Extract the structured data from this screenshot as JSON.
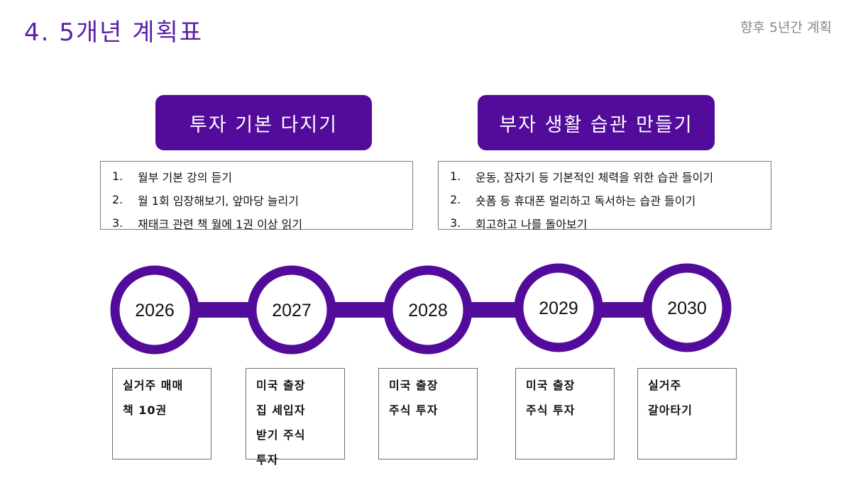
{
  "header": {
    "title": "4. 5개년 계획표",
    "subtitle": "향후 5년간 계획"
  },
  "themes": [
    {
      "label": "투자 기본 다지기",
      "items": [
        {
          "num": "1.",
          "text": "월부 기본 강의 듣기"
        },
        {
          "num": "2.",
          "text": "월 1회 임장해보기, 앞마당 늘리기"
        },
        {
          "num": "3.",
          "text": "재태크 관련 책 월에 1권 이상 읽기"
        }
      ]
    },
    {
      "label": "부자 생활 습관 만들기",
      "items": [
        {
          "num": "1.",
          "text": "운동, 잠자기 등 기본적인 체력을 위한 습관 들이기"
        },
        {
          "num": "2.",
          "text": "숏폼 등 휴대폰 멀리하고 독서하는 습관 들이기"
        },
        {
          "num": "3.",
          "text": "회고하고 나를 돌아보기"
        }
      ]
    }
  ],
  "timeline": {
    "color": "#520b9b",
    "years": [
      {
        "year": "2026",
        "goals": [
          "실거주 매매",
          "책 10권"
        ]
      },
      {
        "year": "2027",
        "goals": [
          "미국 출장",
          "집 세입자",
          "받기 주식",
          "투자"
        ]
      },
      {
        "year": "2028",
        "goals": [
          "미국 출장",
          "주식 투자"
        ]
      },
      {
        "year": "2029",
        "goals": [
          "미국 출장",
          "주식 투자"
        ]
      },
      {
        "year": "2030",
        "goals": [
          "실거주",
          "갈아타기"
        ]
      }
    ]
  }
}
